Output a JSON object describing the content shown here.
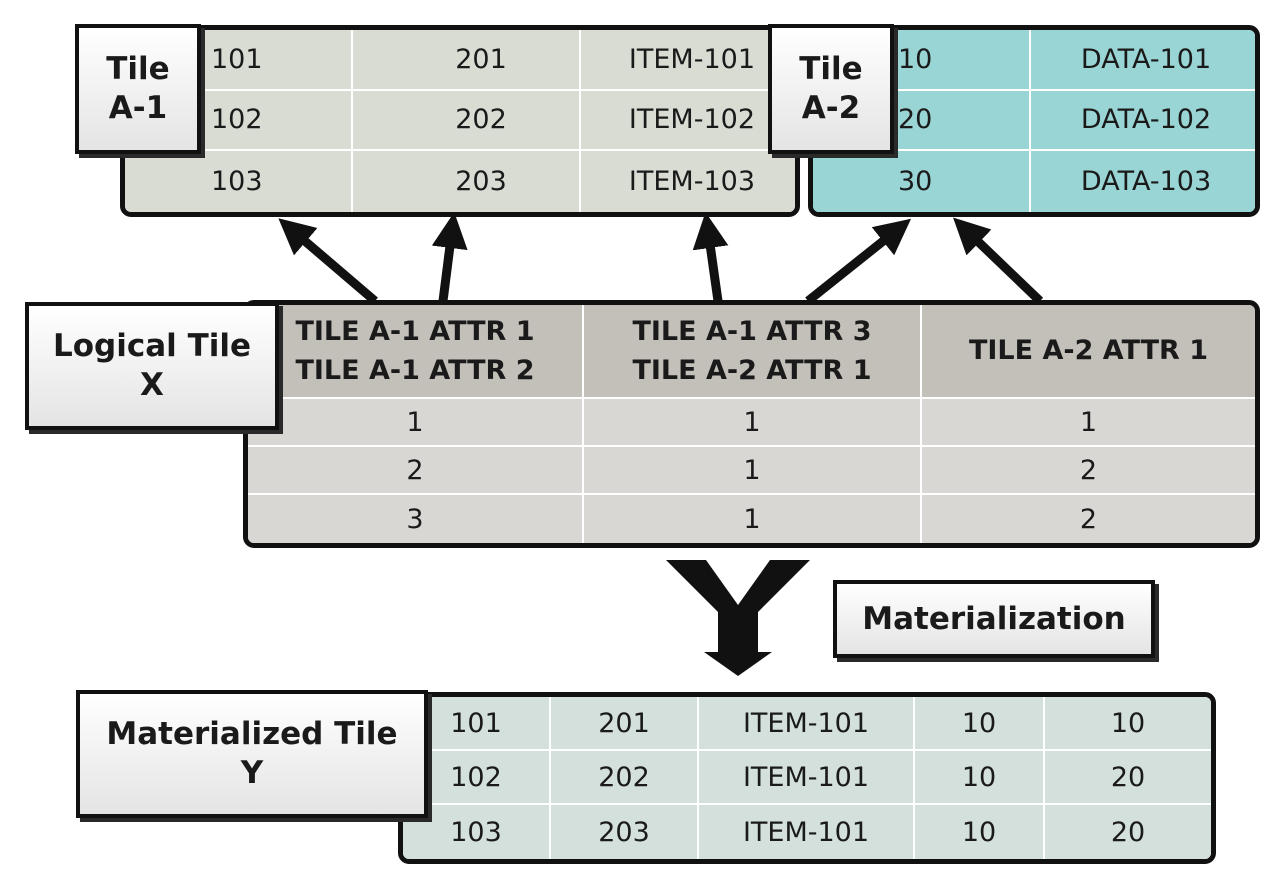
{
  "tile_a1": {
    "label": [
      "Tile",
      "A-1"
    ],
    "rows": [
      [
        "101",
        "201",
        "ITEM-101"
      ],
      [
        "102",
        "202",
        "ITEM-102"
      ],
      [
        "103",
        "203",
        "ITEM-103"
      ]
    ],
    "color": "#d8dcd3"
  },
  "tile_a2": {
    "label": [
      "Tile",
      "A-2"
    ],
    "rows": [
      [
        "10",
        "DATA-101"
      ],
      [
        "20",
        "DATA-102"
      ],
      [
        "30",
        "DATA-103"
      ]
    ],
    "color": "#9ad5d5"
  },
  "logical_tile": {
    "label": [
      "Logical Tile",
      "X"
    ],
    "headers": [
      [
        "TILE A-1 ATTR 1",
        "TILE A-1 ATTR 2"
      ],
      [
        "TILE A-1 ATTR 3",
        "TILE A-2 ATTR 1"
      ],
      [
        "TILE A-2 ATTR 1"
      ]
    ],
    "rows": [
      [
        "1",
        "1",
        "1"
      ],
      [
        "2",
        "1",
        "2"
      ],
      [
        "3",
        "1",
        "2"
      ]
    ],
    "header_color": "#c3bfb9",
    "body_color": "#d9d7d4"
  },
  "materialization_label": "Materialization",
  "materialized_tile": {
    "label": [
      "Materialized Tile",
      "Y"
    ],
    "rows": [
      [
        "101",
        "201",
        "ITEM-101",
        "10",
        "10"
      ],
      [
        "102",
        "202",
        "ITEM-101",
        "10",
        "20"
      ],
      [
        "103",
        "203",
        "ITEM-101",
        "10",
        "20"
      ]
    ],
    "color": "#d3e0dc"
  }
}
